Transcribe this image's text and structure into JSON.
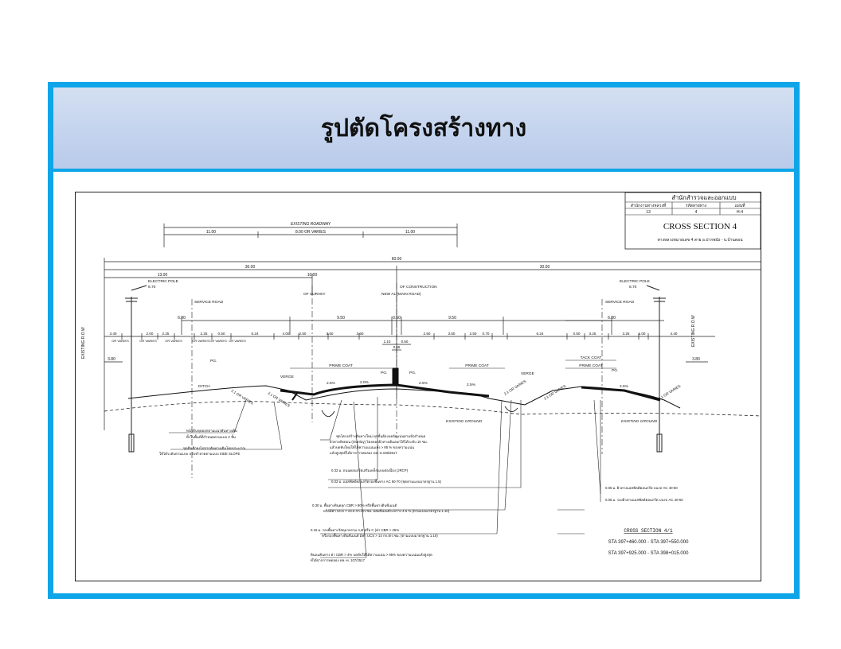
{
  "slide": {
    "title": "รูปตัดโครงสร้างทาง"
  },
  "title_block": {
    "agency": "สำนักสำรวจและออกแบบ",
    "headers": [
      "สำนักงานทางหลวงที่",
      "รหัสสายทาง",
      "แผ่นที่"
    ],
    "values": [
      "13",
      "4",
      "H-4"
    ],
    "section": "CROSS SECTION 4",
    "route": "ทางหลวงหมายเลข 4  สาย อ.ปากพนัง - บ.บ้านดอน"
  },
  "dimensions": {
    "existing_roadway": "EXISTING ROADWAY",
    "d_11_left": "11.00",
    "d_8_or_varies": "8.00 OR VARIES",
    "d_11_right": "11.00",
    "row_width": "60.00",
    "d_30_left": "30.00",
    "d_30_right": "30.00",
    "d_13": "13.00",
    "d_10": "10.00",
    "d_600_left": "6.00",
    "d_950_left": "9.50",
    "d_050": "0.50",
    "d_950_right": "9.50",
    "d_600_right": "6.00",
    "lane_row": [
      "3.40",
      "2.00",
      "2.25",
      "2.25",
      "0.50",
      "6.24",
      "4.00",
      "2.50",
      "3.50",
      "3.50",
      "2.50",
      "3.50",
      "2.50",
      "0.70",
      "6.24",
      "0.50",
      "3.25",
      "3.25",
      "1.00",
      "4.40"
    ],
    "or_varies": "OR VARIES",
    "d_380_left": "3.80",
    "d_380_right": "3.80",
    "d_110": "1.10",
    "d_050b": "0.50",
    "d_055": "0.55"
  },
  "labels": {
    "electric_pole_left": "ELECTRIC POLE",
    "electric_pole_left_dim": "8.70",
    "electric_pole_right": "ELECTRIC POLE",
    "electric_pole_right_dim": "8.70",
    "service_road_left": "SERVICE ROAD",
    "service_road_right": "SERVICE ROAD",
    "cl_survey": "OF SURVEY",
    "cl_construction": "OF CONSTRUCTION",
    "new_al": "NEW AL (MAIN ROAD)",
    "existing_row_left": "EXISTING R.O.W",
    "existing_row_right": "EXISTING R.O.W",
    "prime_coat_1": "PRIME COAT",
    "prime_coat_2": "PRIME COAT",
    "tack_coat": "TACK COAT",
    "prime_coat_3": "PRIME COAT",
    "pg_left": "PG.",
    "pg_center": "PG.",
    "pg_center2": "PG.",
    "pg_right": "PG.",
    "verge_left": "VERGE",
    "verge_right": "VERGE",
    "slope_left": "2.1 OR VARIES",
    "slope_cl": "2.1 OR VARIES",
    "slope_right1": "2.1 OR VARIES",
    "slope_right2": "2.1 OR VARIES",
    "slope_right3": "2.1 OR VARIES",
    "pct_left": "2.5%",
    "pct_center_l": "2.0%",
    "pct_center_r": "2.5%",
    "pct_right1": "2.5%",
    "pct_right2": "2.5%",
    "existing_ground_1": "EXISTING GROUND",
    "existing_ground_2": "EXISTING GROUND",
    "ditch": "DITCH"
  },
  "notes": {
    "n1": "หน้าดินขุดออกตามแนวคันทางเดิม",
    "n1b": "ทิ้งในพื้นที่ที่กำหนดตามแบบ 2 ชั้น",
    "n2": "ขุดดินลึกลงไปจากคันทางเดิมโดยประมาณ",
    "n2b": "ให้ได้ระดับตามแบบ ปรับทำลาดตามแบบ SIDE SLOPE",
    "n3": "ชุดโครงสร้างคันทางใหม่ ทุกชั้นต้องบดอัดแน่นตามข้อกำหนด",
    "n3b": "ผิวทางตัดตอน (Overlay) โดยลอกผิวทางเดิมออกให้ได้ระดับ 10 ซม.",
    "n3c": "แล้วบดทับใหม่ให้ได้ความแน่นแห้ง > 95 % ของความแน่น",
    "n3d": "แห้งสูงสุดที่ได้จากการทดลอง ทล.-ท.108/2517",
    "n4": "0.32 ม. ถนนคอนกรีตเสริมเหล็กแบบต่อเนื่อง (JRCP)",
    "n5": "0.02 ม. แอสฟัลต์คอนกรีตรองพื้นทาง AC 60-70 (ชุดตามแบบมาตรฐาน 1.5)",
    "n6": "0.05 ม. ผิวทางแอสฟัลต์คอนกรีต บนรถ AC 40-50",
    "n7": "0.05 ม. รองผิวทางแอสฟัลต์คอนกรีต บนรถ AC 40-50",
    "n8": "0.30 ม. พื้นทางหินคลุก CBR > 80% หรือพื้นทางดินซีเมนต์",
    "n8b": "หรือมีค่า UCS > 24.5 กก./ตร.ซม. ผสมซีเมนต์ระหว่าง 4-5 % (ตามแบบมาตรฐาน 1.10)",
    "n9": "0.15 ม. รองพื้นทางวัสดุมวลรวม A,B หรือ C (ค่า CBR > 25%",
    "n9b": "หรือรองพื้นทางดินซีเมนต์ มีค่า UCS > 14 กก./ตร.ซม. (ตามแบบมาตรฐาน 1.10)",
    "n10": "ดินถมคันทาง ค่า CBR > 4% บดทับให้ได้ความแน่น > 95% ของความแน่นแห้งสูงสุด",
    "n10b": "ที่ได้จากการทดลอง ทล.-ท. 107/2517"
  },
  "sta": {
    "heading": "CROSS SECTION 4/1",
    "line1": "STA 397+460.000  -  STA 397+550.000",
    "line2": "STA 397+925.000  -  STA 398+015.000"
  }
}
